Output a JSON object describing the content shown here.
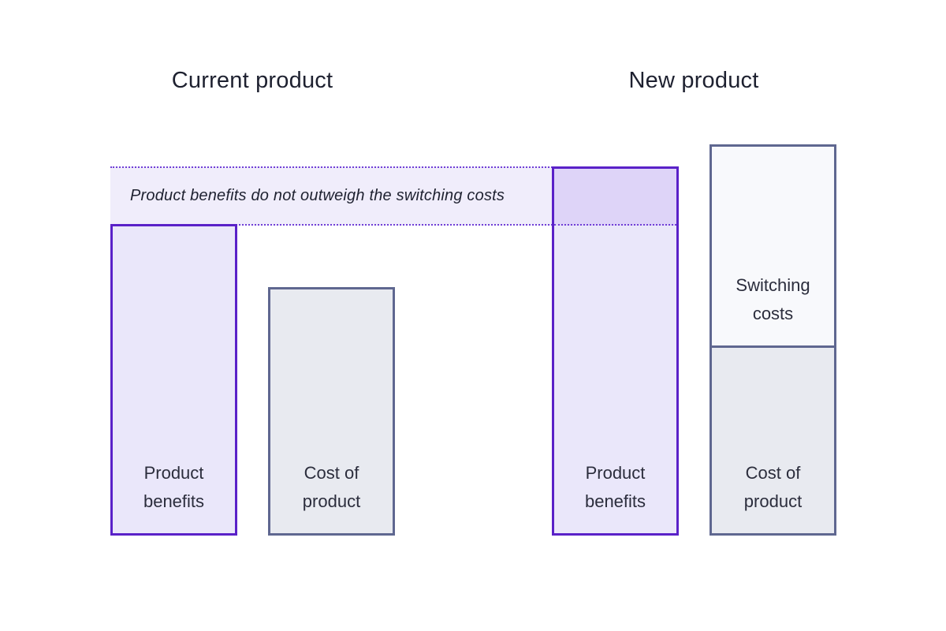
{
  "titles": {
    "current": "Current product",
    "new": "New product"
  },
  "annotation": {
    "text": "Product benefits do not outweigh the switching costs"
  },
  "bars": {
    "current_benefits": {
      "label": "Product\nbenefits"
    },
    "current_cost": {
      "label": "Cost of\nproduct"
    },
    "new_benefits": {
      "label": "Product\nbenefits"
    },
    "new_switching": {
      "label": "Switching\ncosts"
    },
    "new_cost": {
      "label": "Cost of\nproduct"
    }
  },
  "theme": {
    "purple_border": "#5a21c8",
    "purple_dotted": "#713fd6",
    "lavender_fill": "#eae7fa",
    "lavender_band": "#f0edfb",
    "lavender_overlap": "#ded4f8",
    "slate_border": "#5f6790",
    "gray_fill": "#e8eaf0",
    "offwhite_fill": "#f8f9fc",
    "text_dark": "#1e2130",
    "text_label": "#2b2d3c",
    "bg": "#ffffff"
  },
  "chart_data": {
    "type": "bar",
    "title": "",
    "groups": [
      {
        "name": "Current product",
        "bars": [
          {
            "label": "Product benefits",
            "value": 85,
            "color": "#eae7fa",
            "border": "#5a21c8"
          },
          {
            "label": "Cost of product",
            "value": 67,
            "color": "#e8eaf0",
            "border": "#5f6790"
          }
        ]
      },
      {
        "name": "New product",
        "bars": [
          {
            "label": "Product benefits",
            "value": 100,
            "color": "#eae7fa",
            "border": "#5a21c8"
          },
          {
            "label": "Cost of product + Switching costs",
            "stacked": true,
            "segments": [
              {
                "label": "Cost of product",
                "value": 51,
                "color": "#e8eaf0"
              },
              {
                "label": "Switching costs",
                "value": 55,
                "color": "#f8f9fc"
              }
            ]
          }
        ]
      }
    ],
    "annotations": [
      {
        "text": "Product benefits do not outweigh the switching costs",
        "spans_from": "top of current Product benefits bar",
        "spans_to": "top of new Product benefits bar"
      }
    ],
    "axes": "none",
    "grid": false,
    "legend": "none",
    "units": "relative (tallest bar = 100)"
  }
}
